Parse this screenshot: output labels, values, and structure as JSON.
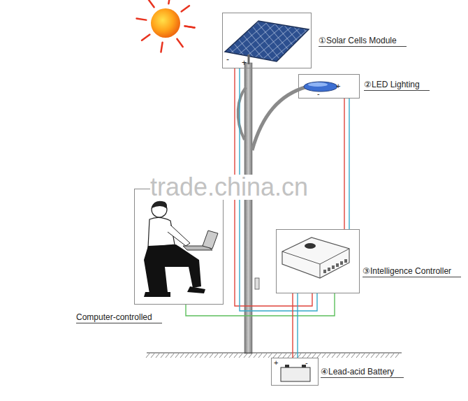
{
  "diagram": {
    "nodes": [
      {
        "text": [
          "①Solar Cells Module"
        ]
      },
      {
        "text": [
          "②LED Lighting"
        ]
      },
      {
        "text": [
          "Computer-controlled"
        ]
      },
      {
        "text": [
          "③Intelligence Controller"
        ]
      },
      {
        "text": [
          "④Lead-acid Battery"
        ]
      }
    ],
    "edges": [
      {
        "from": 0,
        "to": 3,
        "arrow": "none"
      },
      {
        "from": 1,
        "to": 3,
        "arrow": "none"
      },
      {
        "from": 2,
        "to": 3,
        "arrow": "none"
      },
      {
        "from": 3,
        "to": 4,
        "arrow": "none"
      }
    ],
    "labels": [
      "trade.china.cn",
      "-",
      "+",
      "+",
      "-",
      "+",
      "-"
    ]
  }
}
